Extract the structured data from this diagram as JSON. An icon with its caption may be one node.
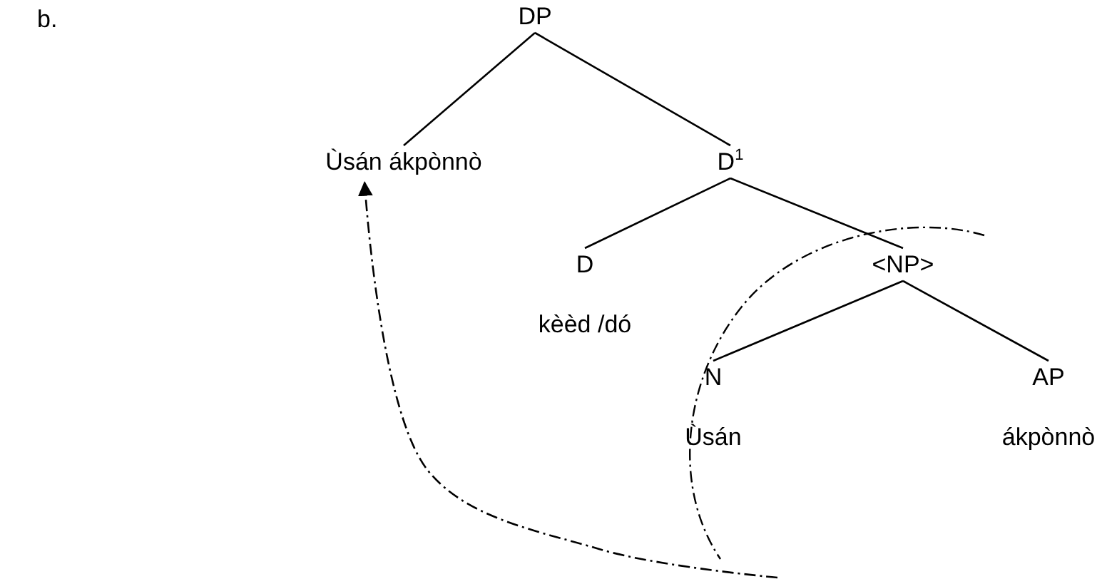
{
  "diagram": {
    "nodes": [
      {
        "text": [
          "DP"
        ]
      },
      {
        "text": [
          "Ùsán ákpònnò"
        ]
      },
      {
        "text": [
          "D$^{1}$"
        ]
      },
      {
        "text": [
          "D",
          "kèèd /dó"
        ]
      },
      {
        "text": [
          "<NP>"
        ]
      },
      {
        "text": [
          "N",
          "Ùsán"
        ]
      },
      {
        "text": [
          "AP",
          "ákpònnò"
        ]
      }
    ],
    "edges": [
      {
        "from": 0,
        "to": 1,
        "arrow": "none"
      },
      {
        "from": 0,
        "to": 2,
        "arrow": "none"
      },
      {
        "from": 2,
        "to": 3,
        "arrow": "none"
      },
      {
        "from": 2,
        "to": 4,
        "arrow": "none"
      },
      {
        "from": 4,
        "to": 5,
        "arrow": "none"
      },
      {
        "from": 4,
        "to": 6,
        "arrow": "none"
      },
      {
        "from": null,
        "to": 1,
        "arrow": "to",
        "style": "dashed"
      }
    ],
    "labels": [
      "b."
    ]
  }
}
